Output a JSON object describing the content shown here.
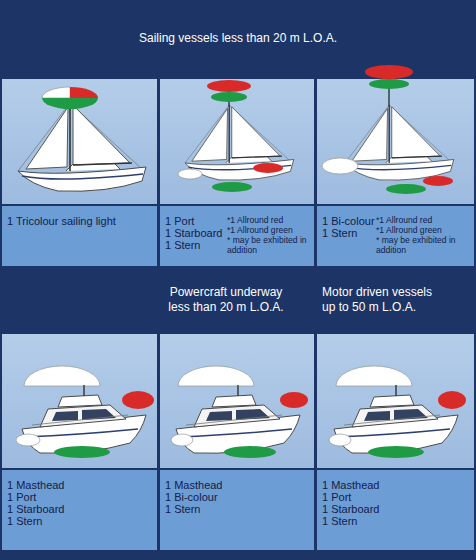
{
  "diagram": {
    "nodes": [
      {
        "text": [
          "Sailing vessels less than 20 m L.O.A."
        ]
      },
      {
        "text": [
          "1 Tricolour sailing light"
        ]
      },
      {
        "text": [
          "1 Port",
          "1 Starboard",
          "1 Stern",
          "*1 Allround red",
          "*1 Allround green",
          "* may be exhibited in addition"
        ]
      },
      {
        "text": [
          "1 Bi-colour",
          "1 Stern",
          "*1 Allround red",
          "*1 Allround green",
          "* may be exhibited in addition"
        ]
      },
      {
        "text": [
          "Powercraft underway less than 20 m L.O.A."
        ]
      },
      {
        "text": [
          "Motor driven vessels up to 50 m L.O.A."
        ]
      },
      {
        "text": [
          "1 Masthead",
          "1 Port",
          "1 Starboard",
          "1 Stern"
        ]
      },
      {
        "text": [
          "1 Masthead",
          "1 Bi-colour",
          "1 Stern"
        ]
      },
      {
        "text": [
          "1 Masthead",
          "1 Port",
          "1 Starboard",
          "1 Stern"
        ]
      }
    ]
  }
}
